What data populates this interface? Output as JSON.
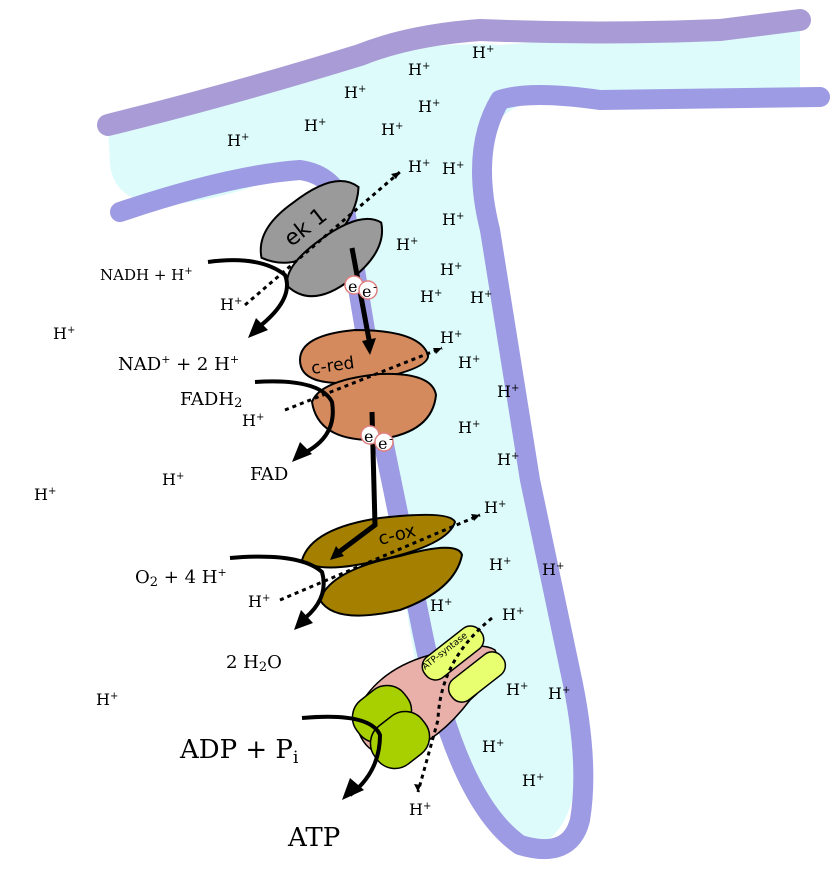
{
  "colors": {
    "membrane_outer": "#a99cd6",
    "membrane_inner": "#9d9be3",
    "intermembrane_space": "#ddfbfb",
    "complex_1": "#9a9a9a",
    "cytochrome_reductase": "#d48a5c",
    "cytochrome_oxidase": "#a58000",
    "atp_synthase_pink": "#e8b0a8",
    "atp_synthase_green": "#a8d000",
    "atp_synthase_lightgreen": "#e8ff70"
  },
  "complexes": {
    "complex1": "ek 1",
    "reductase": "c-red",
    "oxidase": "c-ox",
    "synthase": "ATP-syntase"
  },
  "electron": {
    "symbol": "e",
    "charge": "-"
  },
  "proton": {
    "symbol": "H",
    "charge": "+"
  },
  "reactions": {
    "nadh": {
      "H": "NADH + H",
      "plus": "+"
    },
    "nad": {
      "a": "NAD",
      "b": "+",
      "c": " + 2 H",
      "d": "+"
    },
    "fadh2": {
      "a": "FADH",
      "b": "2"
    },
    "fad": "FAD",
    "o2": {
      "a": "O",
      "b": "2",
      "c": "  + 4 H",
      "d": "+"
    },
    "water": {
      "a": "2 H",
      "b": "2",
      "c": "O"
    },
    "adp": {
      "a": "ADP + P",
      "b": "i"
    },
    "atp": "ATP"
  }
}
